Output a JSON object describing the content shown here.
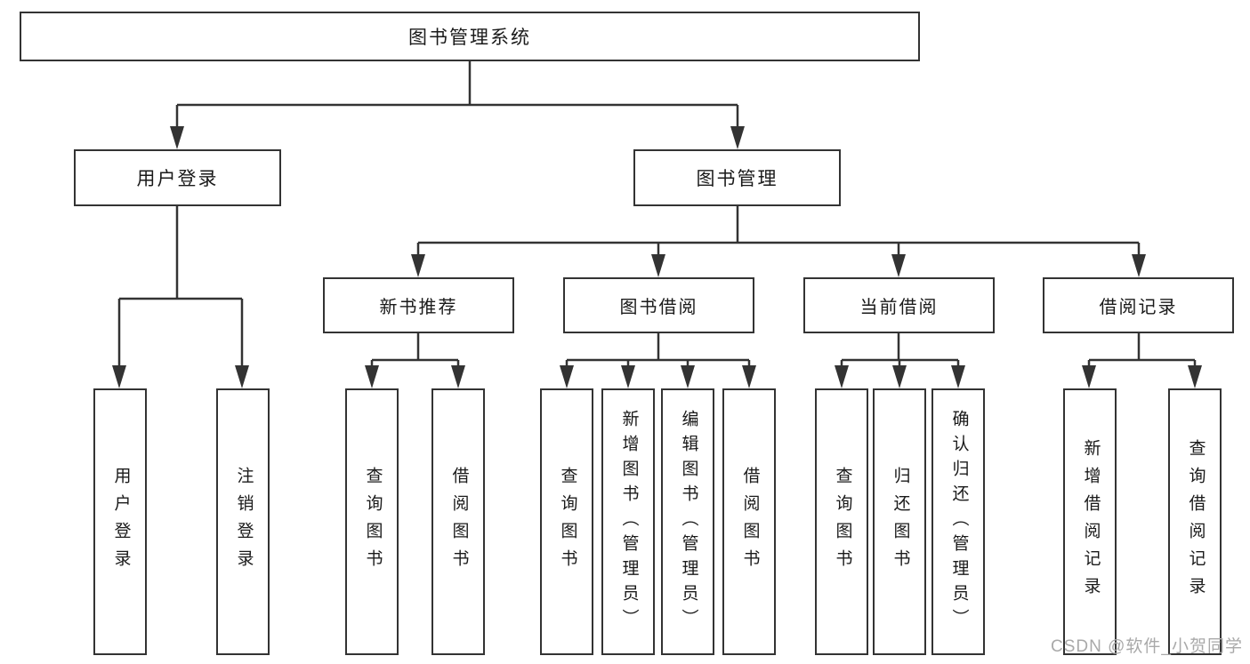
{
  "tree": {
    "root": {
      "label": "图书管理系统"
    },
    "branches": [
      {
        "label": "用户登录",
        "children": [
          {
            "label": "用户登录"
          },
          {
            "label": "注销登录"
          }
        ]
      },
      {
        "label": "图书管理",
        "children": [
          {
            "label": "新书推荐",
            "children": [
              {
                "label": "查询图书"
              },
              {
                "label": "借阅图书"
              }
            ]
          },
          {
            "label": "图书借阅",
            "children": [
              {
                "label": "查询图书"
              },
              {
                "label": "新增图书（管理员）"
              },
              {
                "label": "编辑图书（管理员）"
              },
              {
                "label": "借阅图书"
              }
            ]
          },
          {
            "label": "当前借阅",
            "children": [
              {
                "label": "查询图书"
              },
              {
                "label": "归还图书"
              },
              {
                "label": "确认归还（管理员）"
              }
            ]
          },
          {
            "label": "借阅记录",
            "children": [
              {
                "label": "新增借阅记录"
              },
              {
                "label": "查询借阅记录"
              }
            ]
          }
        ]
      }
    ]
  },
  "watermark": "CSDN @软件_小贺同学",
  "colors": {
    "line": "#333333",
    "box_border": "#333333",
    "box_fill": "#ffffff",
    "text": "#1a1a1a",
    "watermark": "#a9a9a9"
  }
}
